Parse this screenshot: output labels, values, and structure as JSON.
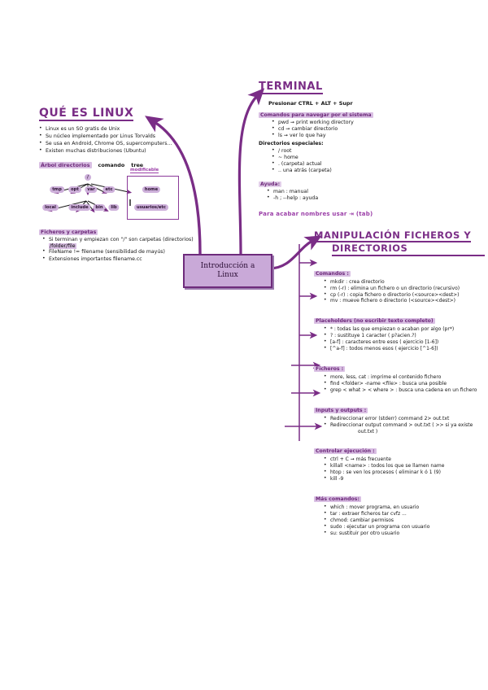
{
  "meta": {
    "accent": "#7a2d86",
    "accent_light": "#d9bfe3",
    "node_fill": "#c9a9d8",
    "ink": "#151515"
  },
  "center": {
    "line1": "Introducción a",
    "line2": "Linux"
  },
  "que_es_linux": {
    "title": "QUÉ ES LINUX",
    "bullets": [
      "Linux es un SO gratis de Unix",
      "Su núcleo implementado por Linus Torvalds",
      "Se usa en Android, Chrome OS, supercomputers...",
      "Existen muchas distribuciones (Ubuntu)"
    ],
    "arbol": {
      "label": "Árbol directorios",
      "command_label": "comando",
      "command": "tree",
      "box_label": "modificable",
      "root": "/",
      "level1": [
        "tmp",
        "opt",
        "var",
        "etc"
      ],
      "level2": [
        "local",
        "include",
        "bin",
        "lib"
      ],
      "home": "home",
      "home_child": "usuarios/etc"
    },
    "ficheros": {
      "heading": "Ficheros y carpetas",
      "items": [
        "Si terminan y empiezan con \"/\" son carpetas (directorios)",
        "FileName != filename (sensibilidad de mayús)",
        "Extensiones importantes  filename.cc"
      ],
      "path_example": "/folder/file"
    }
  },
  "terminal": {
    "title": "TERMINAL",
    "shortcut": "Presionar CTRL + ALT + Supr",
    "nav": {
      "heading": "Comandos para navegar por el sistema",
      "items": [
        "pwd  ➞  print working directory",
        "cd  ➞  cambiar directorio",
        "ls  ➞  ver lo que hay"
      ]
    },
    "especiales": {
      "heading": "Directorios especiales:",
      "items": [
        "/    root",
        "~   home",
        ".   (carpeta) actual",
        "..   una atrás (carpeta)"
      ]
    },
    "ayuda": {
      "heading": "Ayuda:",
      "items": [
        "man :    manual",
        "-h ; --help : ayuda"
      ]
    },
    "footer": "Para acabar nombres usar  ⇥ (tab)"
  },
  "manipulacion": {
    "title_line1": "MANIPULACIÓN FICHEROS Y",
    "title_line2": "DIRECTORIOS",
    "groups": [
      {
        "heading": "Comandos :",
        "items": [
          "mkdir  : crea directorio",
          "rm (-r) : elimina un fichero o un directorio (recursivo)",
          "cp (-r) : copia fichero o directorio  (<source><dest>)",
          "mv : mueve fichero o directorio (<source><dest>)"
        ]
      },
      {
        "heading": "Placeholders (no escribir texto completo)",
        "items": [
          "*  :  todas las que empiezan o acaban por algo (pr*)",
          "?  : sustituye 1 caracter  ( p?acien.?)",
          "[a-f] : caracteres entre esos   ( ejercicio [1-6])",
          "[^a-f] : todos menos esos   ( ejercicio [^1-6])"
        ]
      },
      {
        "heading": "Ficheros :",
        "items": [
          "more, less, cat : imprime el contenido fichero",
          "find <folder> -name <file> : busca una posible",
          "grep < what > < where > :  busca una cadena en un fichero"
        ]
      },
      {
        "heading": "Inputs y outputs :",
        "items": [
          "Redireccionar error (stderr)     command 2> out.txt",
          "Redireccionar output     command > out.txt   ( >> si ya existe"
        ],
        "continuation": "out.txt )"
      },
      {
        "heading": "Controlar ejecución :",
        "items": [
          "ctrl + C  ➞ más frecuente",
          "killall <name> : todos los que se llamen name",
          "htop : se ven los procesos ( eliminar k ó 1 (9)",
          "kill -9"
        ]
      },
      {
        "heading": "Más comandos:",
        "items": [
          "which :  mover programa, en usuario",
          "tar : extraer ficheros       tar cvfz ...",
          "chmod:  cambiar permisos",
          "sudo :  ejecutar un programa con usuario",
          "su:  sustituir por otro usuario"
        ]
      }
    ]
  }
}
